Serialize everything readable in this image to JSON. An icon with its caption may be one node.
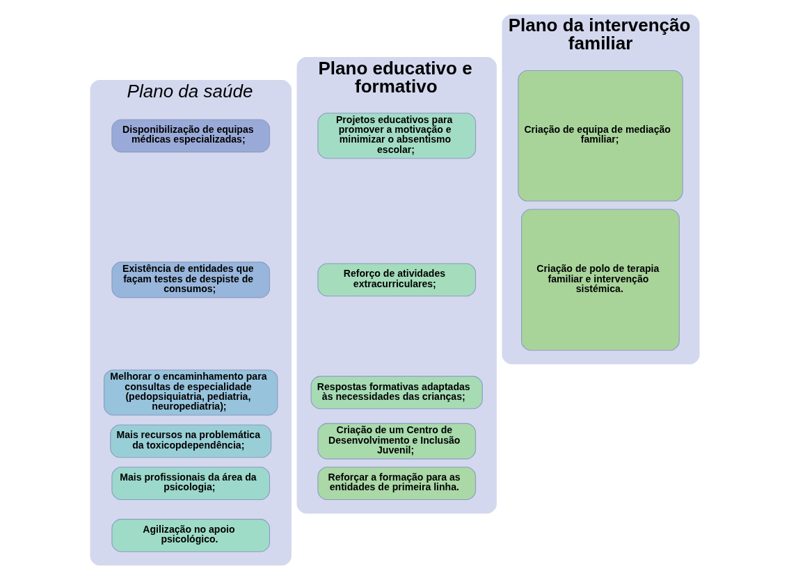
{
  "diagram": {
    "nodes": [
      {
        "text": [
          "Plano da saúde"
        ]
      },
      {
        "text": [
          "Disponibilização de equipas médicas especializadas;"
        ],
        "in": 0
      },
      {
        "text": [
          "Existência de entidades que façam testes de despiste de consumos;"
        ],
        "in": 0
      },
      {
        "text": [
          "Melhorar o encaminhamento para consultas de especialidade (pedopsiquiatria, pediatria, neuropediatria);"
        ],
        "in": 0
      },
      {
        "text": [
          "Mais recursos na problemática da toxicopdependência;"
        ],
        "in": 0
      },
      {
        "text": [
          "Mais profissionais da área da psicologia;"
        ],
        "in": 0
      },
      {
        "text": [
          "Agilização no apoio psicológico."
        ],
        "in": 0
      },
      {
        "text": [
          "Plano educativo e formativo"
        ]
      },
      {
        "text": [
          "Projetos educativos para promover a motivação e minimizar o absentismo escolar;"
        ],
        "in": 7
      },
      {
        "text": [
          "Reforço de atividades extracurriculares;"
        ],
        "in": 7
      },
      {
        "text": [
          "Respostas formativas adaptadas às necessidades das crianças;"
        ],
        "in": 7
      },
      {
        "text": [
          "Criação de um Centro de Desenvolvimento e Inclusão Juvenil;"
        ],
        "in": 7
      },
      {
        "text": [
          "Reforçar a formação para as entidades de primeira linha."
        ],
        "in": 7
      },
      {
        "text": [
          "Plano da intervenção familiar"
        ]
      },
      {
        "text": [
          "Criação de equipa de mediação familiar;"
        ],
        "in": 13
      },
      {
        "text": [
          "Criação de polo de terapia familiar e intervenção sistémica."
        ],
        "in": 13
      }
    ],
    "edges": []
  }
}
